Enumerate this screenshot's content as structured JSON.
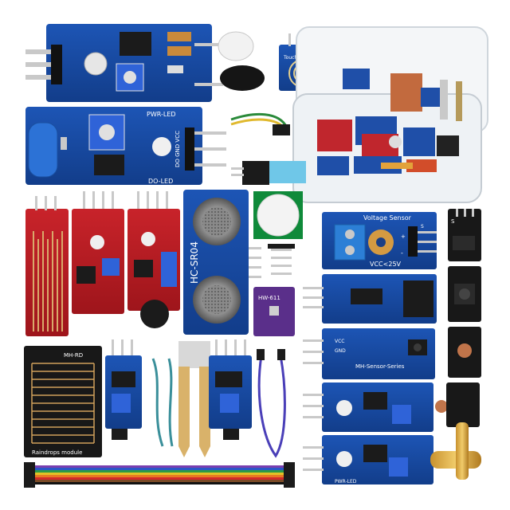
{
  "labels": {
    "pwr_led": "PWR-LED",
    "do_led": "DO-LED",
    "do_gnd_vcc": "DO GND VCC",
    "touch_sensor": "Touch Sensor",
    "hc_sr04": "HC-SR04",
    "voltage_sensor": "Voltage Sensor",
    "vcc_25v": "VCC<25V",
    "mh_sensor_series": "MH-Sensor-Series",
    "mh_rd": "MH-RD",
    "raindrops_module": "Raindrops module",
    "hw_611": "HW-611",
    "gnd": "GND",
    "vcc": "VCC",
    "s": "S",
    "plus": "+",
    "minus": "-"
  }
}
